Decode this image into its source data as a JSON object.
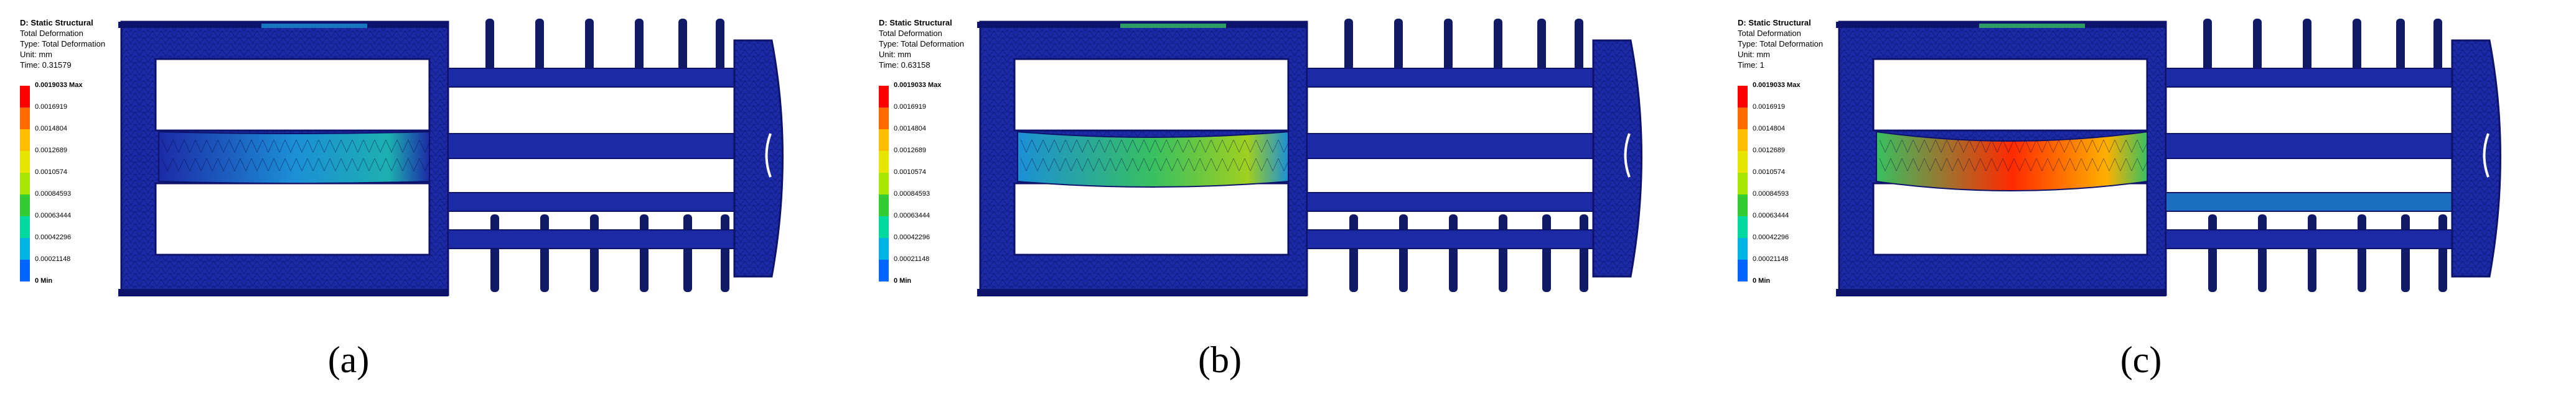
{
  "panels": [
    {
      "caption": "(a)",
      "info": [
        "D: Static Structural",
        "Total Deformation",
        "Type: Total Deformation",
        "Unit: mm",
        "Time: 0.31579"
      ],
      "level": "low"
    },
    {
      "caption": "(b)",
      "info": [
        "D: Static Structural",
        "Total Deformation",
        "Type: Total Deformation",
        "Unit: mm",
        "Time: 0.63158"
      ],
      "level": "mid"
    },
    {
      "caption": "(c)",
      "info": [
        "D: Static Structural",
        "Total Deformation",
        "Type: Total Deformation",
        "Unit: mm",
        "Time: 1"
      ],
      "level": "high"
    }
  ],
  "legend": {
    "labels": [
      "0.0019033 Max",
      "0.0016919",
      "0.0014804",
      "0.0012689",
      "0.0010574",
      "0.00084593",
      "0.00063444",
      "0.00042296",
      "0.00021148",
      "0 Min"
    ],
    "colors": [
      "#ff0000",
      "#ff6a00",
      "#ffbf00",
      "#e6e600",
      "#a6e600",
      "#33cc33",
      "#00d9a0",
      "#00b4e6",
      "#0064ff",
      "#0000cc"
    ]
  },
  "colors": {
    "frame": "#1c2aa6",
    "frame_dark": "#0d136b",
    "bolt": "#101a66",
    "mesh": "#000040",
    "background": "#ffffff"
  }
}
